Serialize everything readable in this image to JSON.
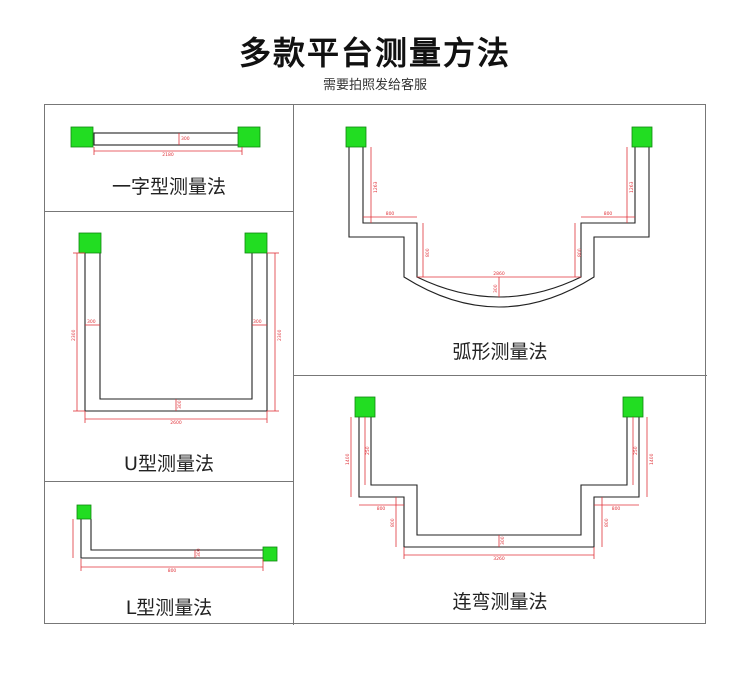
{
  "header": {
    "title": "多款平台测量方法",
    "subtitle": "需要拍照发给客服"
  },
  "sections": {
    "straight": {
      "label": "一字型测量法",
      "dims": {
        "length": "2180",
        "depth": "300"
      }
    },
    "u_shape": {
      "label": "U型测量法",
      "dims": {
        "left": "2300",
        "right": "2300",
        "bottom": "2600",
        "depth_left": "300",
        "depth_right": "300",
        "depth_bottom": "300"
      }
    },
    "l_shape": {
      "label": "L型测量法",
      "dims": {
        "length": "800",
        "depth": "300"
      }
    },
    "arc": {
      "label": "弧形测量法",
      "dims": {
        "left": "1263",
        "right": "1263",
        "step_left": "800",
        "step_right": "800",
        "drop_left": "800",
        "drop_right": "800",
        "span": "2860",
        "sag": "300"
      }
    },
    "bend": {
      "label": "连弯测量法",
      "dims": {
        "left": "1400",
        "right": "1400",
        "inner_left": "250",
        "inner_right": "250",
        "step_left": "800",
        "step_right": "800",
        "drop_left": "800",
        "drop_right": "800",
        "span": "3260",
        "depth": "300"
      }
    }
  },
  "colors": {
    "dimension": "#e0333a",
    "pad": "#22dd22",
    "wall": "#222222",
    "border": "#777777"
  }
}
